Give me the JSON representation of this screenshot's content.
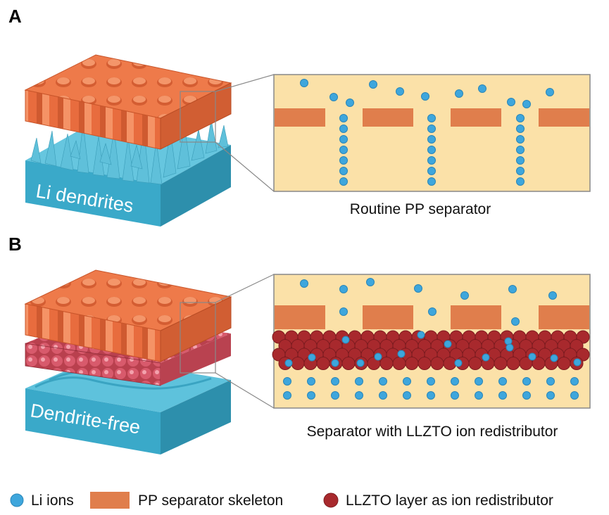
{
  "panels": [
    {
      "letter": "A",
      "block_label": "Li dendrites",
      "caption": "Routine PP separator"
    },
    {
      "letter": "B",
      "block_label": "Dendrite-free",
      "caption": "Separator with LLZTO ion redistributor"
    }
  ],
  "legend": {
    "li_ions": "Li ions",
    "pp_skeleton": "PP separator skeleton",
    "llzto_layer": "LLZTO layer as ion redistributor"
  },
  "colors": {
    "li_ion": "#3ea6dc",
    "pp_skeleton": "#e07e4c",
    "llzto": "#a8292d",
    "electrolyte": "#fbe1a8",
    "lithium_block": "#48b4d2",
    "separator_block": "#ea7547",
    "llzto_block": "#d4566a"
  }
}
